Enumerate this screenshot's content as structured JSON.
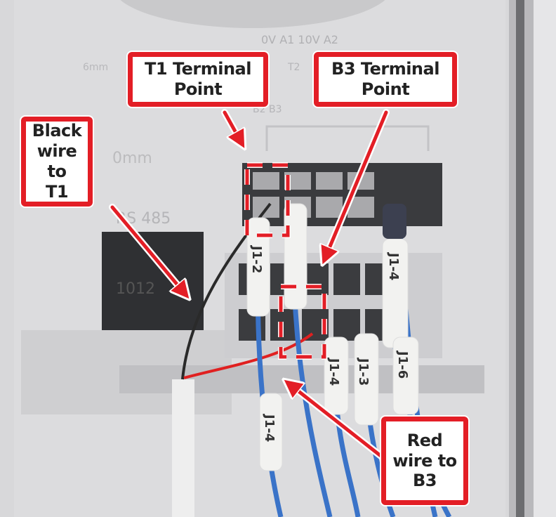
{
  "callouts": {
    "t1_terminal": {
      "line1": "T1 Terminal",
      "line2": "Point"
    },
    "b3_terminal": {
      "line1": "B3 Terminal",
      "line2": "Point"
    },
    "black_wire": {
      "line1": "Black",
      "line2": "wire to",
      "line3": "T1"
    },
    "red_wire": {
      "line1": "Red",
      "line2": "wire to",
      "line3": "B3"
    }
  },
  "device_markings": {
    "top_labels": "0V  A1  10V  A2",
    "mm6": "6mm",
    "mm10": "0mm",
    "rs485": "RS 485",
    "connector_code": "1012",
    "t2": "T2",
    "b_labels": "B2  B3"
  },
  "wire_tags": [
    "J1-2",
    "J1-4",
    "J1-4",
    "J1-3",
    "J1-6",
    "J1-4"
  ],
  "colors": {
    "annotation_red": "#e31e26",
    "wire_blue": "#3a73c8",
    "housing": "#dcdcde"
  }
}
